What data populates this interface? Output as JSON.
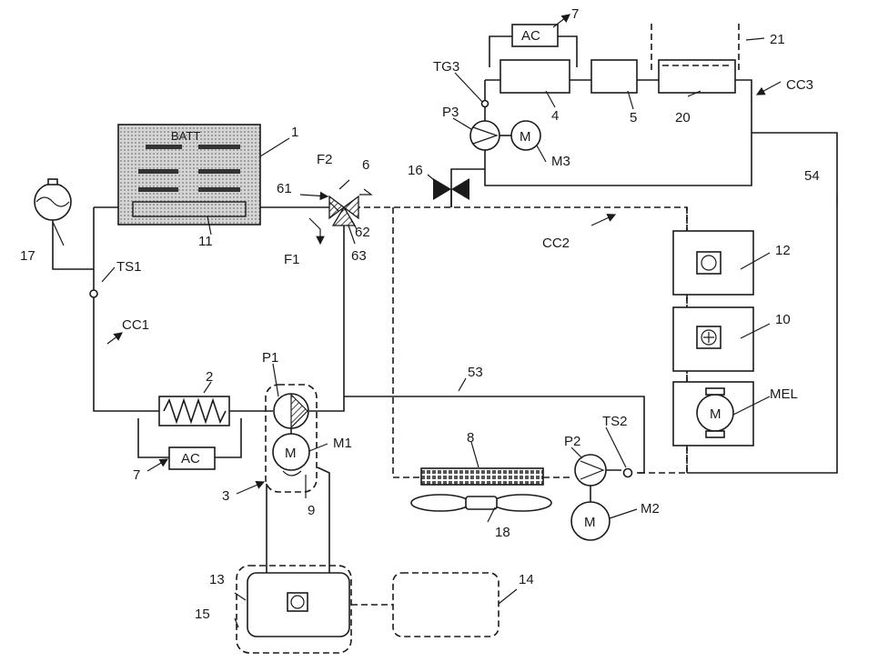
{
  "labels": {
    "batt": "BATT",
    "ac_top": "AC",
    "ac_bottom": "AC",
    "motor_m": "M",
    "motor_m1": "M",
    "motor_m2": "M",
    "motor_m3": "M",
    "ref_1": "1",
    "ref_2": "2",
    "ref_3": "3",
    "ref_4": "4",
    "ref_5": "5",
    "ref_6": "6",
    "ref_7_top": "7",
    "ref_7_bottom": "7",
    "ref_8": "8",
    "ref_9": "9",
    "ref_10": "10",
    "ref_11": "11",
    "ref_12": "12",
    "ref_13": "13",
    "ref_14": "14",
    "ref_15": "15",
    "ref_16": "16",
    "ref_17": "17",
    "ref_18": "18",
    "ref_20": "20",
    "ref_21": "21",
    "ref_53": "53",
    "ref_54": "54",
    "ref_61": "61",
    "ref_62": "62",
    "ref_63": "63",
    "cc1": "CC1",
    "cc2": "CC2",
    "cc3": "CC3",
    "ts1": "TS1",
    "ts2": "TS2",
    "tg3": "TG3",
    "p1": "P1",
    "p2": "P2",
    "p3": "P3",
    "m1": "M1",
    "m2": "M2",
    "m3": "M3",
    "f1": "F1",
    "f2": "F2",
    "mel": "MEL"
  },
  "colors": {
    "line": "#1a1a1a",
    "battery_fill": "#c8c8c8",
    "stripe": "#333333",
    "background": "#ffffff"
  }
}
